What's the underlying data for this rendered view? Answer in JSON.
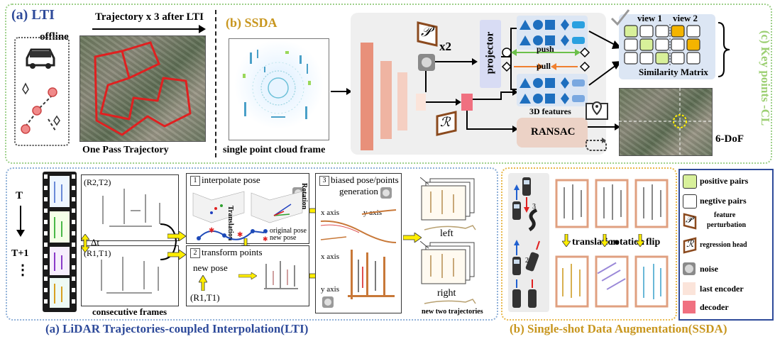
{
  "colors": {
    "green_dotted": "#9ed08a",
    "blue_dotted": "#8fb0d8",
    "orange_dotted": "#e8b84a",
    "lti_blue": "#2e4a9a",
    "ssda_gold": "#c8961e",
    "keypoint_green": "#9ccf72",
    "trajectory_red": "#e02020",
    "encoder_salmon": "#e8907a",
    "decoder_red": "#f07080",
    "projector_lavender": "#d8dcf4",
    "ransac_tan": "#ecd2c6",
    "shape_blue": "#1e6fbf",
    "push_green": "#6cc04a",
    "pull_orange": "#f08030",
    "positive_pair": "#d8f09a",
    "highlight_orange": "#f4b400",
    "yellow_arrow": "#ffee00"
  },
  "top": {
    "lti": {
      "title": "(a)  LTI",
      "traj_label": "Trajectory x 3 after LTI",
      "offline": "offline",
      "caption": "One Pass Trajectory",
      "icons": [
        "car-icon",
        "trajectory-nodes-icon"
      ]
    },
    "ssda": {
      "title": "(b)   SSDA",
      "caption": "single point cloud frame"
    },
    "net": {
      "p_symbol": "𝒫",
      "r_symbol": "ℛ",
      "x2": "x2",
      "projector": "projector",
      "push": "push",
      "pull": "pull",
      "features_3d": "3D features",
      "ransac": "RANSAC",
      "view1": "view 1",
      "view2": "view 2",
      "similarity": "Similarity Matrix",
      "dof": "6-DoF",
      "side_title": "(c) Key points -CL"
    }
  },
  "bottom_lti": {
    "time_t": "T",
    "time_t1": "T+1",
    "dots": "⋮",
    "frame_top_label": "(R2,T2)",
    "frame_bot_label": "(R1,T1)",
    "delta_t": "Δt",
    "consecutive": "consecutive frames",
    "step1_num": "1",
    "step1": "interpolate pose",
    "translation": "Translation",
    "rotation": "Rotation",
    "orig_pose": "original pose",
    "new_pose": "new pose",
    "step2_num": "2",
    "step2": "transform points",
    "new_pose_text": "new pose",
    "r1t1": "(R1,T1)",
    "step3_num": "3",
    "step3_line1": "biased pose/points",
    "step3_line2": "generation",
    "x_axis": "x axis",
    "y_axis": "y axis",
    "x_axis_b": "x axis",
    "y_axis_b": "y axis",
    "left": "left",
    "right": "right",
    "new_two": "new two trajectories",
    "caption": "(a) LiDAR Trajectories-coupled Interpolation(LTI)"
  },
  "bottom_ssda": {
    "num3": "3",
    "num2": "2",
    "translation": "translation",
    "rotation": "rotation",
    "flip": "flip",
    "caption": "(b) Single-shot Data Augmentation(SSDA)"
  },
  "legend": {
    "positive": "positive pairs",
    "negative": "negtive pairs",
    "p_symbol": "𝒫",
    "feature_line1": "feature",
    "feature_line2": "perturbation",
    "r_symbol": "ℛ",
    "regression": "regression head",
    "noise": "noise",
    "last_encoder": "last encoder",
    "decoder": "decoder"
  }
}
